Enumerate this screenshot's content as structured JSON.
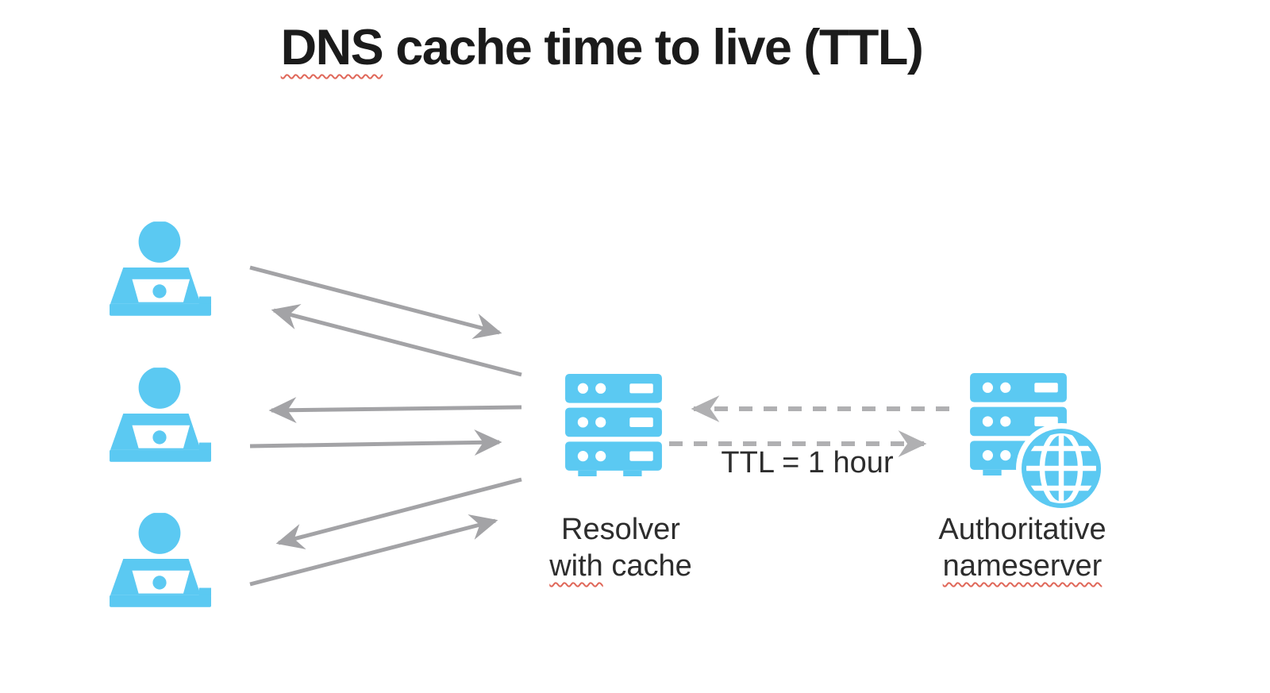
{
  "title": {
    "underlined_word": "DNS",
    "rest": " cache time to live (TTL)"
  },
  "clients": [
    {
      "icon": "user-at-laptop-icon"
    },
    {
      "icon": "user-at-laptop-icon"
    },
    {
      "icon": "user-at-laptop-icon"
    }
  ],
  "resolver": {
    "icon": "server-stack-icon",
    "label_line1": "Resolver",
    "label_line2_underlined": "with",
    "label_line2_rest": " cache"
  },
  "nameserver": {
    "icon": "server-stack-with-globe-icon",
    "label_line1": "Authoritative",
    "label_line2_underlined": "nameserver"
  },
  "ttl_annotation": "TTL = 1 hour",
  "arrows": {
    "solid": [
      {
        "from": "client-1",
        "to": "resolver",
        "direction": "right",
        "style": "solid"
      },
      {
        "from": "resolver",
        "to": "client-1",
        "direction": "left",
        "style": "solid"
      },
      {
        "from": "resolver",
        "to": "client-2",
        "direction": "left",
        "style": "solid"
      },
      {
        "from": "client-2",
        "to": "resolver",
        "direction": "right",
        "style": "solid"
      },
      {
        "from": "resolver",
        "to": "client-3",
        "direction": "left",
        "style": "solid"
      },
      {
        "from": "client-3",
        "to": "resolver",
        "direction": "right",
        "style": "solid"
      }
    ],
    "dashed": [
      {
        "from": "nameserver",
        "to": "resolver",
        "direction": "left",
        "style": "dashed"
      },
      {
        "from": "resolver",
        "to": "nameserver",
        "direction": "right",
        "style": "dashed"
      }
    ]
  },
  "colors": {
    "icon_blue": "#5BC9F2",
    "solid_arrow_gray": "#A3A3A6",
    "dashed_arrow_gray": "#B0B0B2",
    "title_text": "#1B1B1B",
    "label_text": "#2D2D2D",
    "spellcheck_red": "#E0685A",
    "background": "#FFFFFF"
  }
}
